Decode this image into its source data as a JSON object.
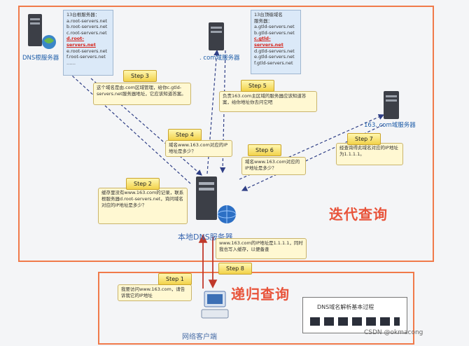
{
  "root_server": {
    "label": "DNS根服务器",
    "list": [
      "13台根服务器：",
      "a.root-servers.net",
      "b.root-servers.net",
      "c.root-servers.net",
      "d.root-servers.net",
      "e.root-servers.net",
      "f.root-servers.net",
      "……"
    ],
    "highlight_index": 4
  },
  "com_server": {
    "label": ". com域服务器",
    "list": [
      "13台顶级域名",
      "服务器：",
      "a.gtld-servers.net",
      "b.gtld-servers.net",
      "c.gtld-servers.net",
      "d.gtld-servers.net",
      "e.gtld-servers.net",
      "f.gtld-servers.net"
    ],
    "highlight_index": 4
  },
  "s163_server": {
    "label": "163. com域服务器"
  },
  "local_server": {
    "label": "本地DNS服务器"
  },
  "client": {
    "label": "网络客户端"
  },
  "steps": {
    "step1": "Step 1",
    "step2": "Step 2",
    "step3": "Step 3",
    "step4": "Step 4",
    "step5": "Step 5",
    "step6": "Step 6",
    "step7": "Step 7",
    "step8": "Step 8"
  },
  "notes": {
    "n1": "我要访问www.163.com，请告诉我它的IP地址",
    "n2": "缓存里没有www.163.com的记录，联系根服务器d.root-servers.net，询问域名对应的IP地址是多少？",
    "n3": "这个域名是由.com区域管理，给你c.gtld-servers.net服务器地址，它应该知道答案。",
    "n4": "域名www.163.com对应的IP地址是多少？",
    "n5": "负责163.com主区域的服务器应该知道答案，给你地址你去问它吧",
    "n6": "域名www.163.com对应的IP地址是多少？",
    "n7": "经查询得此域名对应的IP地址为1.1.1.1。",
    "n8": "www.163.com的IP地址是1.1.1.1，同时我也写入缓存，以便备查"
  },
  "labels": {
    "iterative": "迭代查询",
    "recursive": "递归查询"
  },
  "legend": {
    "title": "DNS域名解析基本过程"
  },
  "watermark": "CSDN @okmacong",
  "colors": {
    "accent": "#e8533a",
    "server_text": "#1c5ca8",
    "note_bg": "#fff8d2",
    "arrow_dark": "#2f3f86",
    "arrow_red": "#c0392b"
  }
}
